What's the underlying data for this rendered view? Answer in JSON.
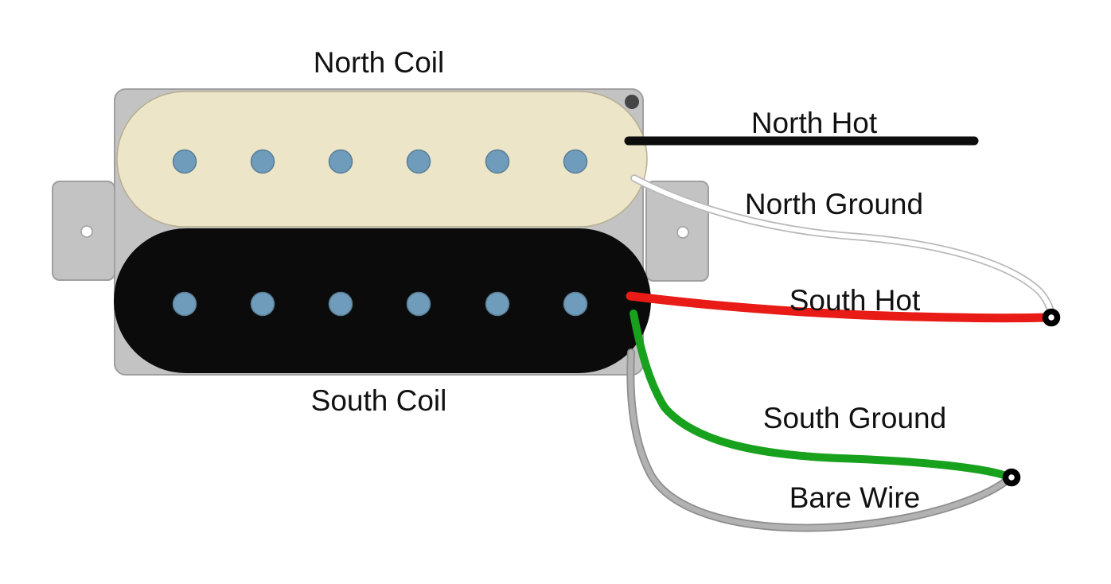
{
  "diagram_title": "humbucker-pickup-wiring",
  "coils": [
    {
      "id": "north",
      "label": "North Coil",
      "color": "#ece5c8"
    },
    {
      "id": "south",
      "label": "South Coil",
      "color": "#0b0b0b"
    }
  ],
  "wires": [
    {
      "id": "north-hot",
      "label": "North Hot",
      "color": "#0d0d0d"
    },
    {
      "id": "north-ground",
      "label": "North Ground",
      "color": "#ffffff"
    },
    {
      "id": "south-hot",
      "label": "South Hot",
      "color": "#e91b16"
    },
    {
      "id": "south-ground",
      "label": "South Ground",
      "color": "#18a11d"
    },
    {
      "id": "bare",
      "label": "Bare Wire",
      "color": "#b2b2b2"
    }
  ],
  "poles_per_coil": 6,
  "mounting_tabs": 2,
  "wire_junctions": 2,
  "colors": {
    "background": "#ffffff",
    "plate": "#c3c3c3",
    "plate_stroke": "#9f9f9f",
    "north_coil": "#ece5c8",
    "north_coil_stroke": "#b6ae92",
    "south_coil": "#0b0b0b",
    "pole": "#6f9cba",
    "pole_stroke": "#587e97",
    "screw": "#454545",
    "wire_north_hot": "#0d0d0d",
    "wire_north_ground": "#ffffff",
    "wire_outline": "#b9b9b9",
    "wire_south_hot": "#e91b16",
    "wire_south_ground": "#18a11d",
    "wire_bare": "#b2b2b2",
    "wire_bare_outline": "#8d8d8d",
    "terminal": "#000000",
    "label": "#111111"
  }
}
